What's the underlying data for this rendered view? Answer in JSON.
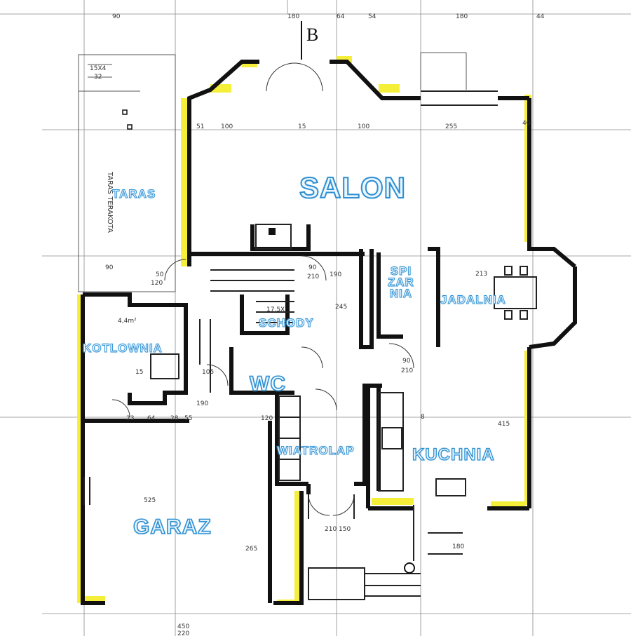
{
  "rooms": {
    "salon": "SALON",
    "taras": "TARAS",
    "spizarnia_1": "SPI",
    "spizarnia_2": "ZAR",
    "spizarnia_3": "NIA",
    "jadalnia": "JADALNIA",
    "schody": "SCHODY",
    "kotlownia": "KOTLOWNIA",
    "wc": "WC",
    "wiatrolap": "WIATROLAP",
    "kuchnia": "KUCHNIA",
    "garaz": "GARAZ"
  },
  "annotations": {
    "taras_terakota": "TARAS TERAKOTA",
    "section_mark": "B",
    "kotlownia_area": "4,4m²"
  },
  "dimensions": {
    "top_1": "90",
    "top_2": "180",
    "top_3": "64",
    "top_4": "54",
    "top_5": "180",
    "top_6": "44",
    "row_1a": "100",
    "row_1b": "15",
    "row_1c": "100",
    "row_1d": "255",
    "row_1e": "51",
    "left_1": "90",
    "left_2": "50",
    "left_3": "120",
    "door_1": "90",
    "door_1b": "210",
    "door_2": "190",
    "dim_213": "213",
    "dim_245": "245",
    "dim_525": "525",
    "dim_265": "265",
    "dim_150": "150",
    "dim_210": "210",
    "dim_450": "450",
    "dim_220": "220",
    "dim_120": "120",
    "dim_90b": "90",
    "dim_210b": "210",
    "dim_415": "415",
    "dim_180b": "180",
    "stair_1": "15X4",
    "stair_2": "32",
    "stair_3": "17,5X",
    "dim_105": "105",
    "dim_190": "190",
    "dim_8": "8",
    "dim_64": "64",
    "dim_23": "23",
    "dim_28": "28",
    "dim_55": "55",
    "dim_40": "40",
    "dim_15": "15"
  },
  "colors": {
    "wall": "#111111",
    "insulation": "#f5ef3a",
    "grid": "#6a6a6a",
    "label_fill": "#e9f6ff",
    "label_stroke": "#2f8fd0"
  }
}
